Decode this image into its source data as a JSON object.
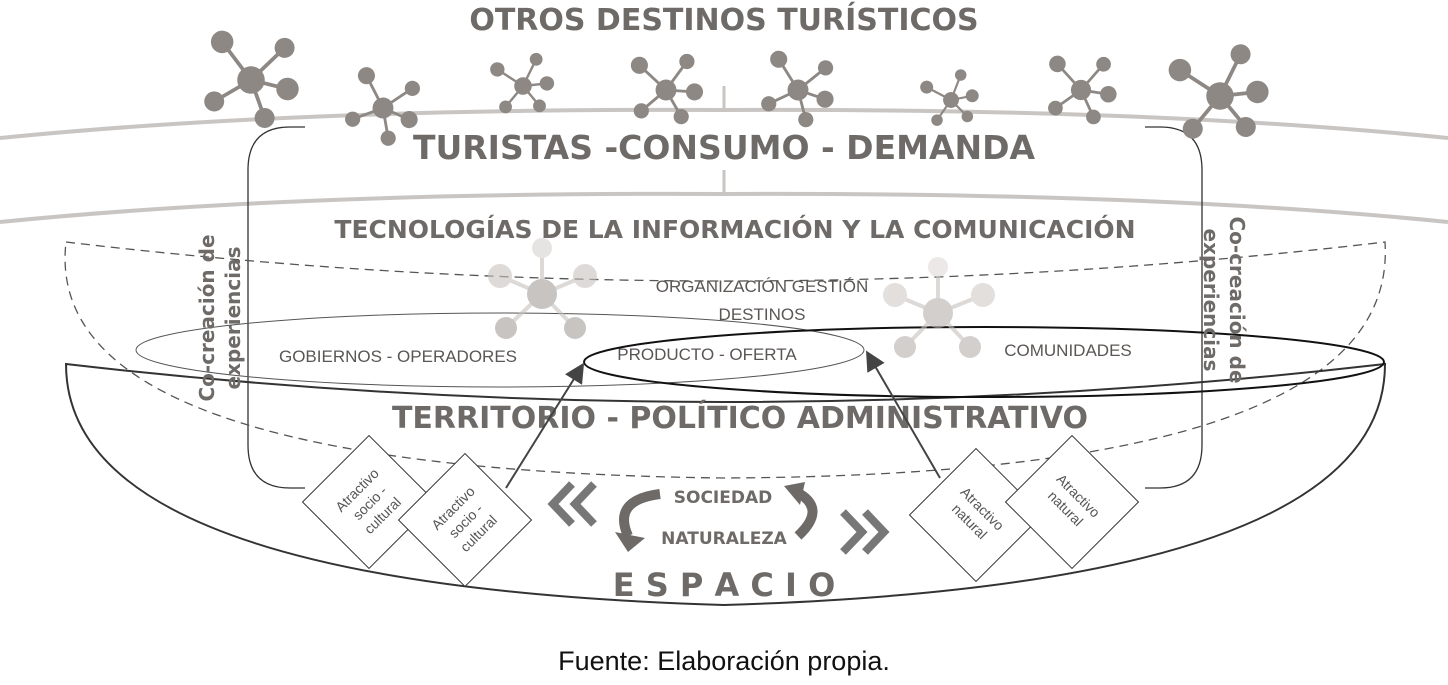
{
  "diagram": {
    "top_title": "OTROS DESTINOS TURÍSTICOS",
    "band_turistas": "TURISTAS -CONSUMO - DEMANDA",
    "band_tic": "TECNOLOGÍAS DE LA INFORMACIÓN Y LA COMUNICACIÓN",
    "organizacion_line1": "ORGANIZACIÓN GESTIÓN",
    "organizacion_line2": "DESTINOS",
    "gobiernos": "GOBIERNOS - OPERADORES",
    "producto": "PRODUCTO - OFERTA",
    "comunidades": "COMUNIDADES",
    "territorio": "TERRITORIO - POLÍTICO ADMINISTRATIVO",
    "espacio": "E S P A C I O",
    "sociedad": "SOCIEDAD",
    "naturaleza": "NATURALEZA",
    "cocreacion_left_1": "Co-creación de",
    "cocreacion_left_2": "experiencias",
    "cocreacion_right_1": "Co-creación de",
    "cocreacion_right_2": "experiencias",
    "atractivos": [
      {
        "line1": "Atractivo",
        "line2": "socio -",
        "line3": "cultural"
      },
      {
        "line1": "Atractivo",
        "line2": "socio -",
        "line3": "cultural"
      },
      {
        "line1": "Atractivo",
        "line2": "natural",
        "line3": ""
      },
      {
        "line1": "Atractivo",
        "line2": "natural",
        "line3": ""
      }
    ],
    "colors": {
      "band": "#c9c5c2",
      "node_dark": "#8e8884",
      "node_light": "#d8d4d2",
      "text": "#6e6a67"
    }
  },
  "source": "Fuente: Elaboración propia."
}
